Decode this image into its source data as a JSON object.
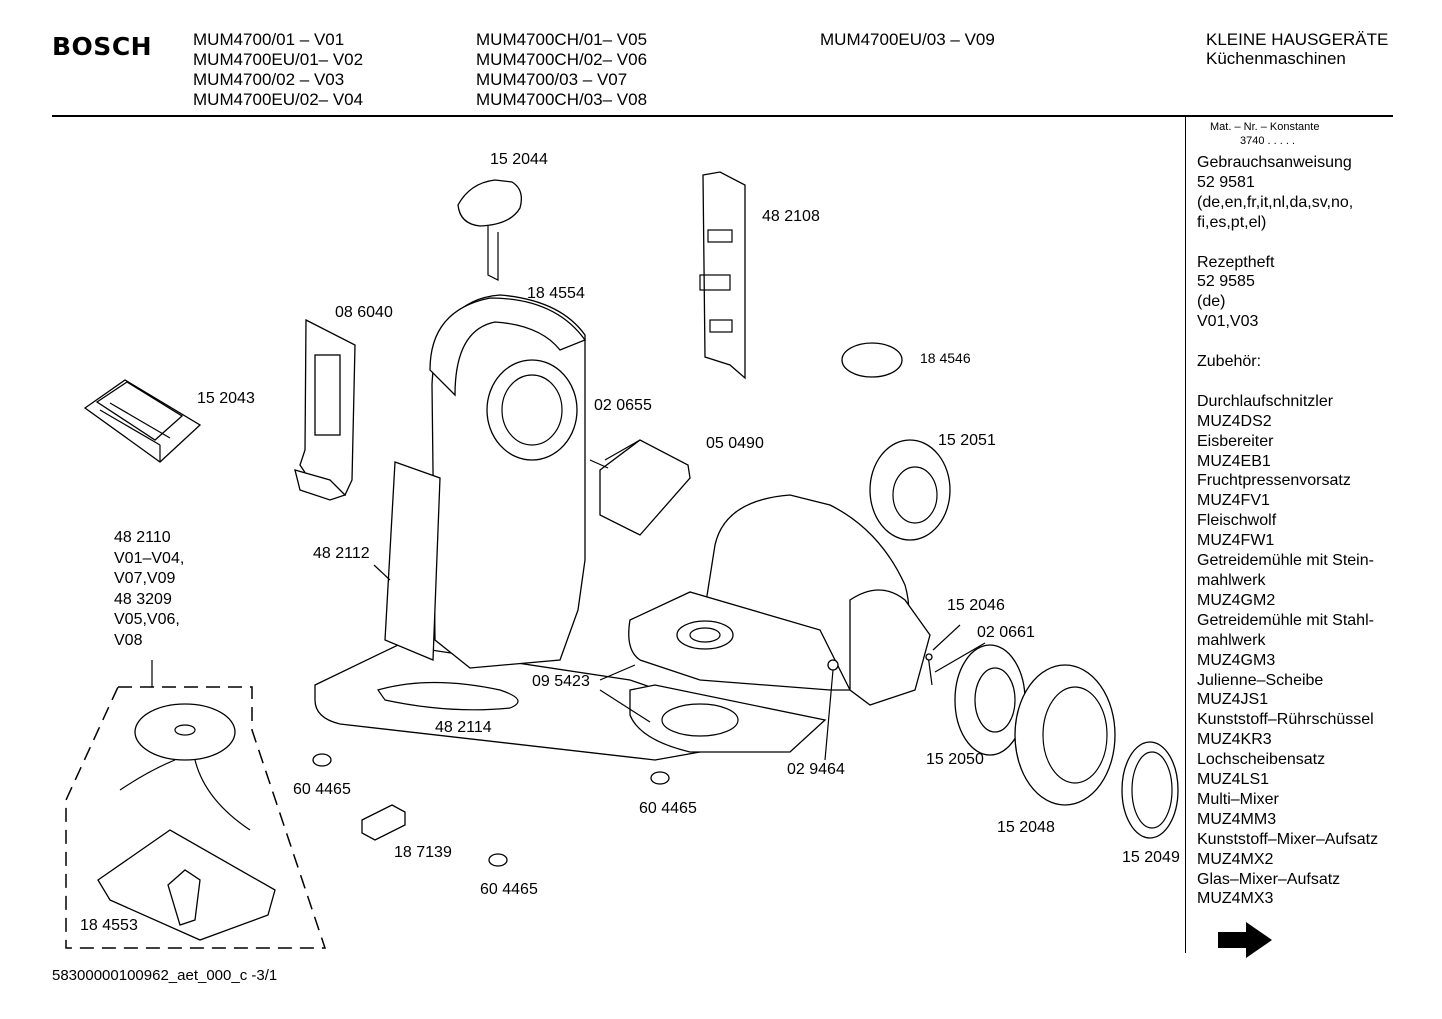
{
  "header": {
    "brand": "BOSCH",
    "models_col1": [
      "MUM4700/01     – V01",
      "MUM4700EU/01– V02",
      "MUM4700/02     – V03",
      "MUM4700EU/02– V04"
    ],
    "models_col2": [
      "MUM4700CH/01– V05",
      "MUM4700CH/02– V06",
      "MUM4700/03     – V07",
      "MUM4700CH/03– V08"
    ],
    "models_col3": [
      "MUM4700EU/03   – V09"
    ],
    "category": "KLEINE HAUSGERÄTE",
    "subcategory": "Küchenmaschinen"
  },
  "parts": {
    "p152044": "15 2044",
    "p482108": "48 2108",
    "p184554": "18 4554",
    "p086040": "08 6040",
    "p184546": "18 4546",
    "p152043": "15 2043",
    "p020655": "02 0655",
    "p050490": "05 0490",
    "p152051": "15 2051",
    "p482110_block": [
      "48 2110",
      "V01–V04,",
      "V07,V09",
      "48 3209",
      "V05,V06,",
      "V08"
    ],
    "p482112": "48 2112",
    "p152046": "15 2046",
    "p020661": "02 0661",
    "p095423": "09 5423",
    "p482114": "48 2114",
    "p604465_a": "60 4465",
    "p604465_b": "60 4465",
    "p604465_c": "60 4465",
    "p029464": "02 9464",
    "p152050": "15 2050",
    "p152048": "15 2048",
    "p152049": "15 2049",
    "p187139": "18 7139",
    "p184553": "18 4553"
  },
  "sidebar": {
    "mat_label": "Mat. – Nr. – Konstante",
    "mat_value": "3740 .  .  .  .  .",
    "lines": [
      "Gebrauchsanweisung",
      "52 9581",
      "(de,en,fr,it,nl,da,sv,no,",
      "fi,es,pt,el)",
      "",
      "Rezeptheft",
      "52 9585",
      "(de)",
      "V01,V03",
      "",
      "Zubehör:",
      "",
      "Durchlaufschnitzler",
      "MUZ4DS2",
      "Eisbereiter",
      "MUZ4EB1",
      "Fruchtpressenvorsatz",
      "MUZ4FV1",
      "Fleischwolf",
      "MUZ4FW1",
      "Getreidemühle mit Stein-",
      "mahlwerk",
      "MUZ4GM2",
      "Getreidemühle mit Stahl-",
      "mahlwerk",
      "MUZ4GM3",
      "Julienne–Scheibe",
      "MUZ4JS1",
      "Kunststoff–Rührschüssel",
      "MUZ4KR3",
      "Lochscheibensatz",
      "MUZ4LS1",
      "Multi–Mixer",
      "MUZ4MM3",
      "Kunststoff–Mixer–Aufsatz",
      "MUZ4MX2",
      "Glas–Mixer–Aufsatz",
      "MUZ4MX3"
    ]
  },
  "footer": {
    "doc_id": "58300000100962_aet_000_c  -3/1"
  }
}
